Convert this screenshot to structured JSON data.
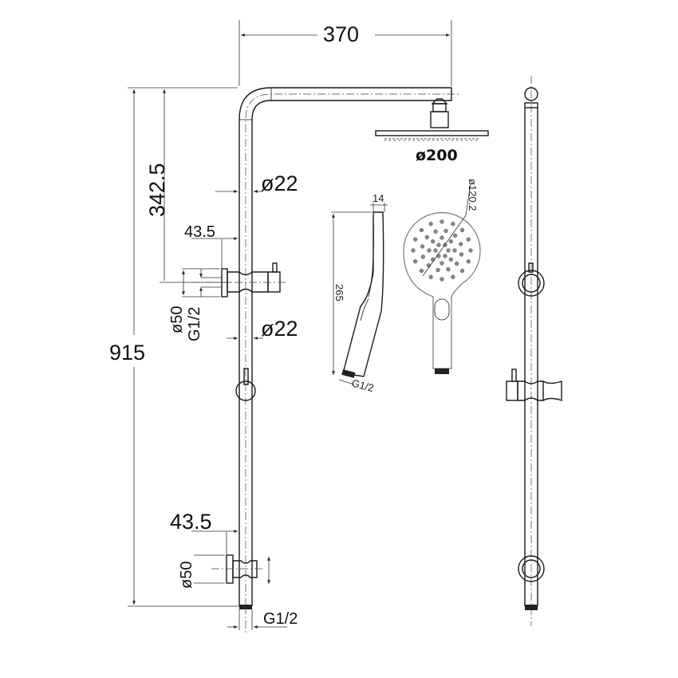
{
  "drawing": {
    "title": "Shower rail set technical drawing",
    "dimensions": {
      "arm_length": "370",
      "overhead_diameter": "ø200",
      "upper_height": "342.5",
      "total_height": "915",
      "pipe_diameter_upper": "ø22",
      "pipe_diameter_lower": "ø22",
      "diverter_offset": "43.5",
      "diverter_flange": "ø50",
      "diverter_thread": "G1/2",
      "bracket_offset": "43.5",
      "bracket_flange": "ø50",
      "inlet_thread": "G1/2",
      "handshower_thickness": "14",
      "handshower_length": "265",
      "handshower_thread": "G1/2",
      "handshower_face_diameter": "ø120.2"
    },
    "views": [
      "front-elevation",
      "overhead-shower",
      "handshower-side",
      "handshower-front",
      "side-elevation"
    ],
    "colors": {
      "line": "#1a1a1a",
      "background": "#ffffff",
      "nozzle": "#888888"
    }
  }
}
